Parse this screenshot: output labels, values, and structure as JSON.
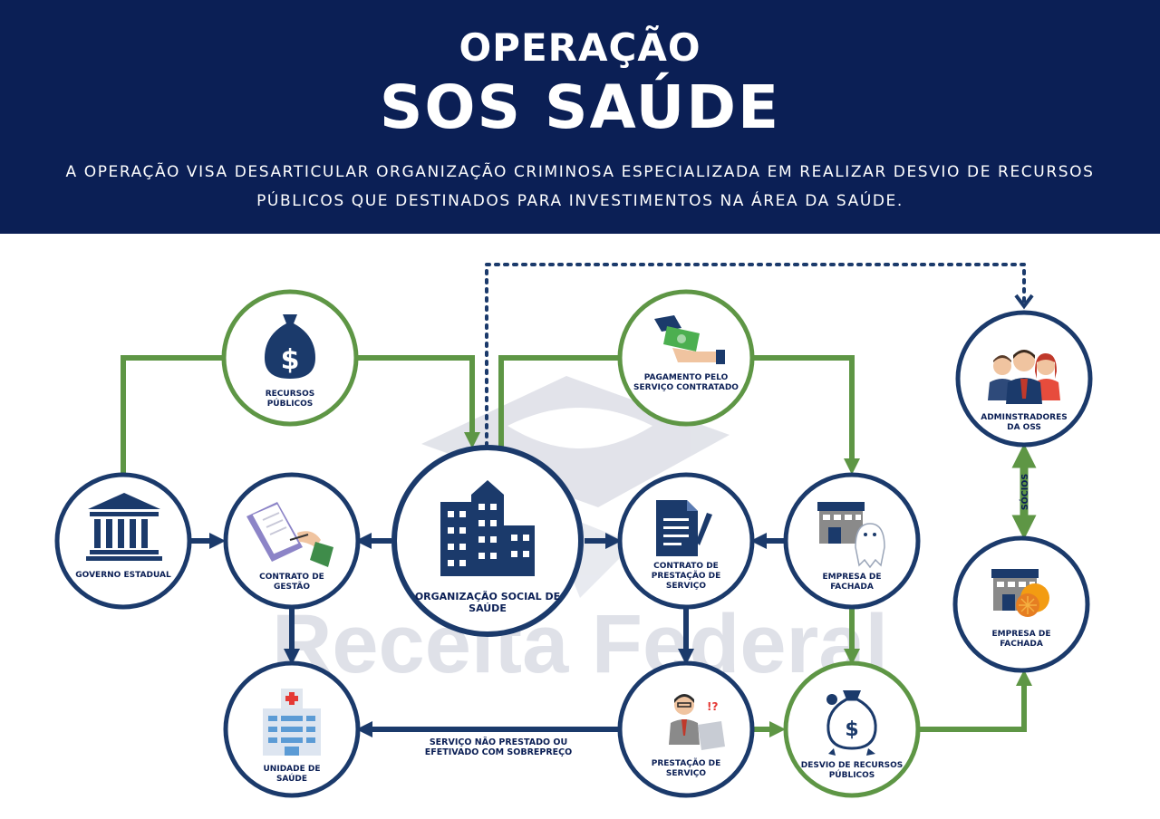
{
  "header": {
    "title_line1": "OPERAÇÃO",
    "title_line2": "SOS SAÚDE",
    "subtitle_line1": "A OPERAÇÃO VISA DESARTICULAR ORGANIZAÇÃO CRIMINOSA ESPECIALIZADA EM REALIZAR DESVIO DE RECURSOS",
    "subtitle_line2": "PÚBLICOS QUE DESTINADOS PARA INVESTIMENTOS NA ÁREA DA SAÚDE."
  },
  "watermark": {
    "text": "Receita Federal"
  },
  "nodes": {
    "recursos": {
      "line1": "RECURSOS",
      "line2": "PÚBLICOS"
    },
    "governo": {
      "line1": "GOVERNO ESTADUAL"
    },
    "contrato_gestao": {
      "line1": "CONTRATO DE",
      "line2": "GESTÃO"
    },
    "oss": {
      "line1": "ORGANIZAÇÃO SOCIAL DE",
      "line2": "SAÚDE"
    },
    "pagamento": {
      "line1": "PAGAMENTO PELO",
      "line2": "SERVIÇO CONTRATADO"
    },
    "contrato_prestacao": {
      "line1": "CONTRATO DE",
      "line2": "PRESTAÇÃO DE",
      "line3": "SERVIÇO"
    },
    "empresa1": {
      "line1": "EMPRESA DE",
      "line2": "FACHADA"
    },
    "adm": {
      "line1": "ADMINSTRADORES",
      "line2": "DA OSS"
    },
    "empresa2": {
      "line1": "EMPRESA DE",
      "line2": "FACHADA"
    },
    "unidade": {
      "line1": "UNIDADE DE",
      "line2": "SAÚDE"
    },
    "prestacao": {
      "line1": "PRESTAÇÃO DE",
      "line2": "SERVIÇO"
    },
    "desvio": {
      "line1": "DESVIO DE RECURSOS",
      "line2": "PÚBLICOS"
    }
  },
  "edges": {
    "servico_label_line1": "SERVIÇO NÃO PRESTADO OU",
    "servico_label_line2": "EFETIVADO COM SOBREPREÇO",
    "socios_label": "SÓCIOS"
  },
  "colors": {
    "navy": "#0b1f55",
    "node_border": "#1b3a6b",
    "green": "#5e9645",
    "header_bg": "#0b1f55",
    "watermark": "#dfe1e8"
  }
}
